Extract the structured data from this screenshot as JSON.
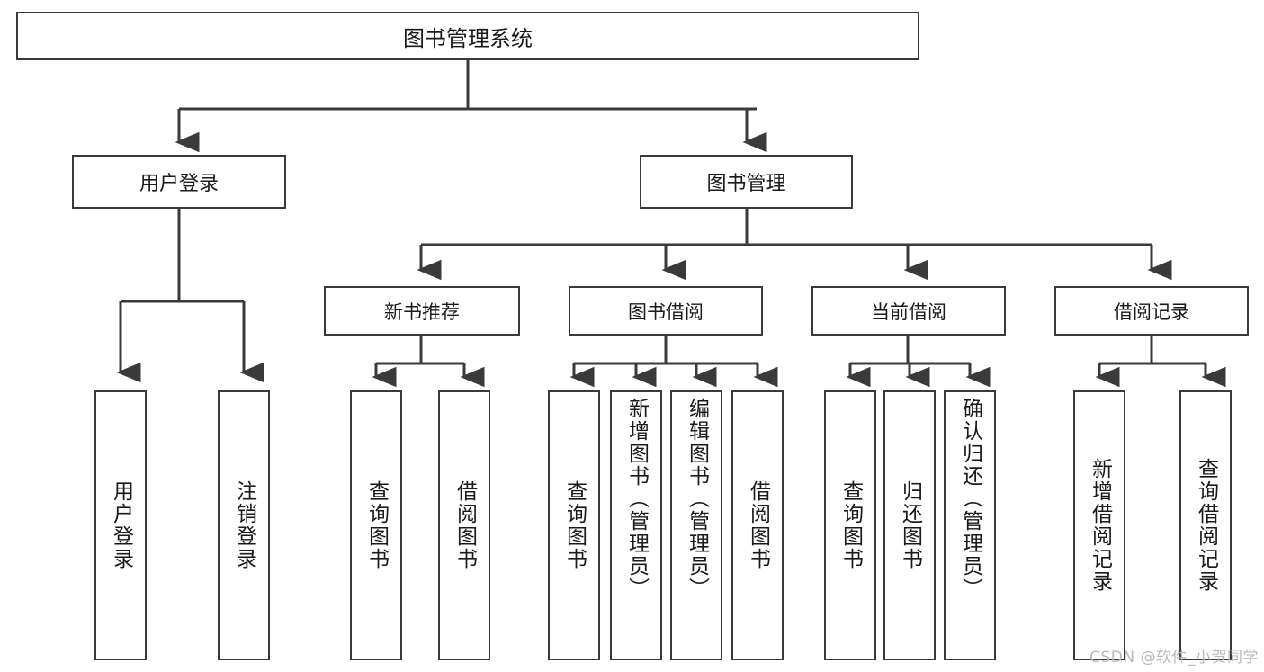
{
  "diagram": {
    "title": "图书管理系统",
    "watermark": "CSDN @软件_小贺同学",
    "root": {
      "label": "图书管理系统"
    },
    "level2": [
      {
        "label": "用户登录"
      },
      {
        "label": "图书管理"
      }
    ],
    "level3": [
      {
        "label": "新书推荐"
      },
      {
        "label": "图书借阅"
      },
      {
        "label": "当前借阅"
      },
      {
        "label": "借阅记录"
      }
    ],
    "leaves": [
      {
        "label": "用户登录",
        "parent": "用户登录"
      },
      {
        "label": "注销登录",
        "parent": "用户登录"
      },
      {
        "label": "查询图书",
        "parent": "新书推荐"
      },
      {
        "label": "借阅图书",
        "parent": "新书推荐"
      },
      {
        "label": "查询图书",
        "parent": "图书借阅"
      },
      {
        "label": "新增图书（管理员）",
        "parent": "图书借阅"
      },
      {
        "label": "编辑图书（管理员）",
        "parent": "图书借阅"
      },
      {
        "label": "借阅图书",
        "parent": "图书借阅"
      },
      {
        "label": "查询图书",
        "parent": "当前借阅"
      },
      {
        "label": "归还图书",
        "parent": "当前借阅"
      },
      {
        "label": "确认归还（管理员）",
        "parent": "当前借阅"
      },
      {
        "label": "新增借阅记录",
        "parent": "借阅记录"
      },
      {
        "label": "查询借阅记录",
        "parent": "借阅记录"
      }
    ],
    "colors": {
      "stroke": "#3a3a3a",
      "background": "#ffffff",
      "text": "#1a1a1a",
      "watermark": "#b9b9b9"
    }
  }
}
